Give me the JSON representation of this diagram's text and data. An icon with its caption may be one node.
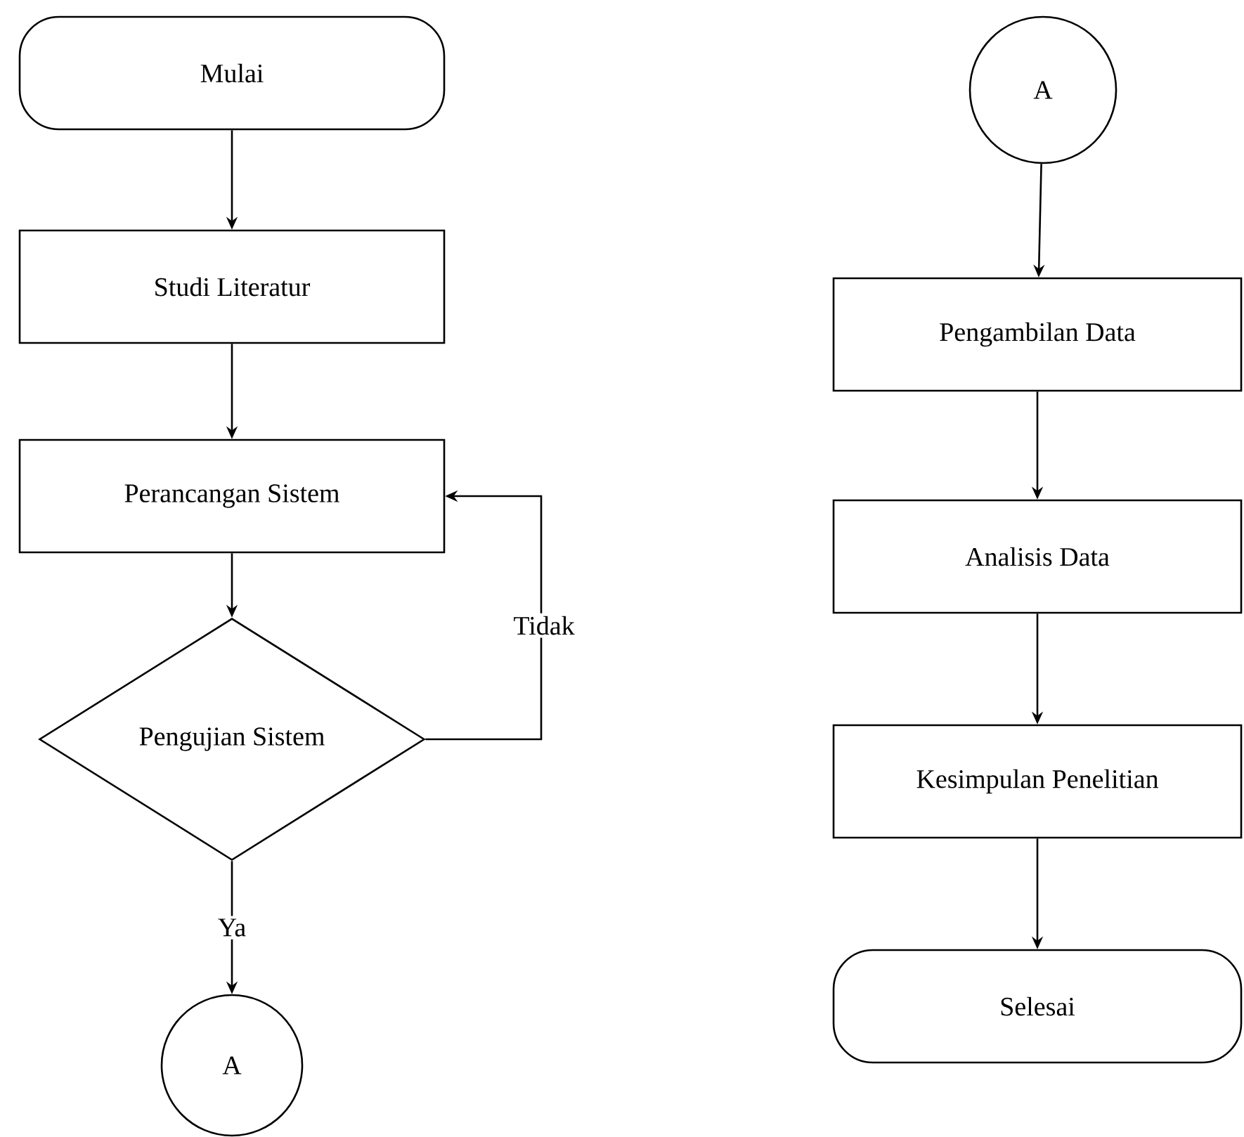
{
  "diagram": {
    "nodes": [
      {
        "text": [
          "Mulai"
        ]
      },
      {
        "text": [
          "Studi Literatur"
        ]
      },
      {
        "text": [
          "Perancangan Sistem"
        ]
      },
      {
        "text": [
          "Pengujian Sistem"
        ]
      },
      {
        "text": [
          "A"
        ]
      },
      {
        "text": [
          "A"
        ]
      },
      {
        "text": [
          "Pengambilan Data"
        ]
      },
      {
        "text": [
          "Analisis Data"
        ]
      },
      {
        "text": [
          "Kesimpulan Penelitian"
        ]
      },
      {
        "text": [
          "Selesai"
        ]
      }
    ],
    "edges": [
      {
        "from": 0,
        "to": 1,
        "arrow": "to"
      },
      {
        "from": 1,
        "to": 2,
        "arrow": "to"
      },
      {
        "from": 2,
        "to": 3,
        "arrow": "to"
      },
      {
        "from": 3,
        "to": 4,
        "label": "Ya",
        "arrow": "to"
      },
      {
        "from": 3,
        "to": 2,
        "label": "Tidak",
        "arrow": "to"
      },
      {
        "from": 5,
        "to": 6,
        "arrow": "to"
      },
      {
        "from": 6,
        "to": 7,
        "arrow": "to"
      },
      {
        "from": 7,
        "to": 8,
        "arrow": "to"
      },
      {
        "from": 8,
        "to": 9,
        "arrow": "to"
      }
    ]
  }
}
